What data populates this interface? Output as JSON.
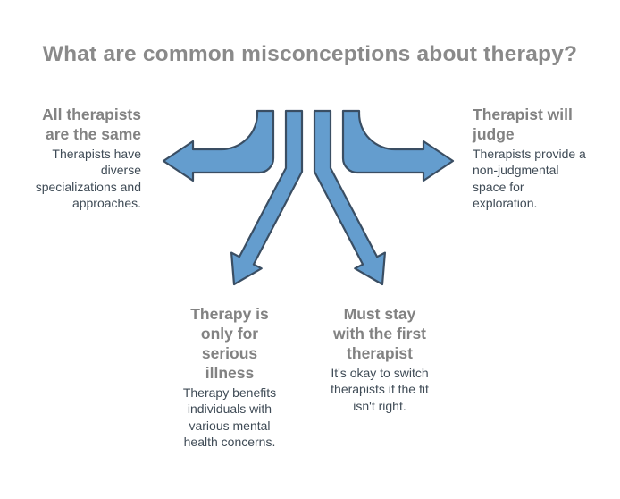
{
  "title": "What are common misconceptions about therapy?",
  "colors": {
    "arrow_fill": "#649DCE",
    "arrow_stroke": "#3A4E63",
    "title_color": "#8A8A8A",
    "heading_color": "#828282",
    "detail_color": "#3F4B56",
    "background": "#FFFFFF"
  },
  "misconceptions": [
    {
      "position": "top-left",
      "heading": "All therapists\nare the same",
      "detail": "Therapists have\ndiverse\nspecializations and\napproaches."
    },
    {
      "position": "top-right",
      "heading": "Therapist will\njudge",
      "detail": "Therapists provide a\nnon-judgmental\nspace for\nexploration."
    },
    {
      "position": "bottom-left",
      "heading": "Therapy is\nonly for\nserious\nillness",
      "detail": "Therapy benefits\nindividuals with\nvarious mental\nhealth concerns."
    },
    {
      "position": "bottom-right",
      "heading": "Must stay\nwith the first\ntherapist",
      "detail": "It's okay to switch\ntherapists if the fit\nisn't right."
    }
  ]
}
